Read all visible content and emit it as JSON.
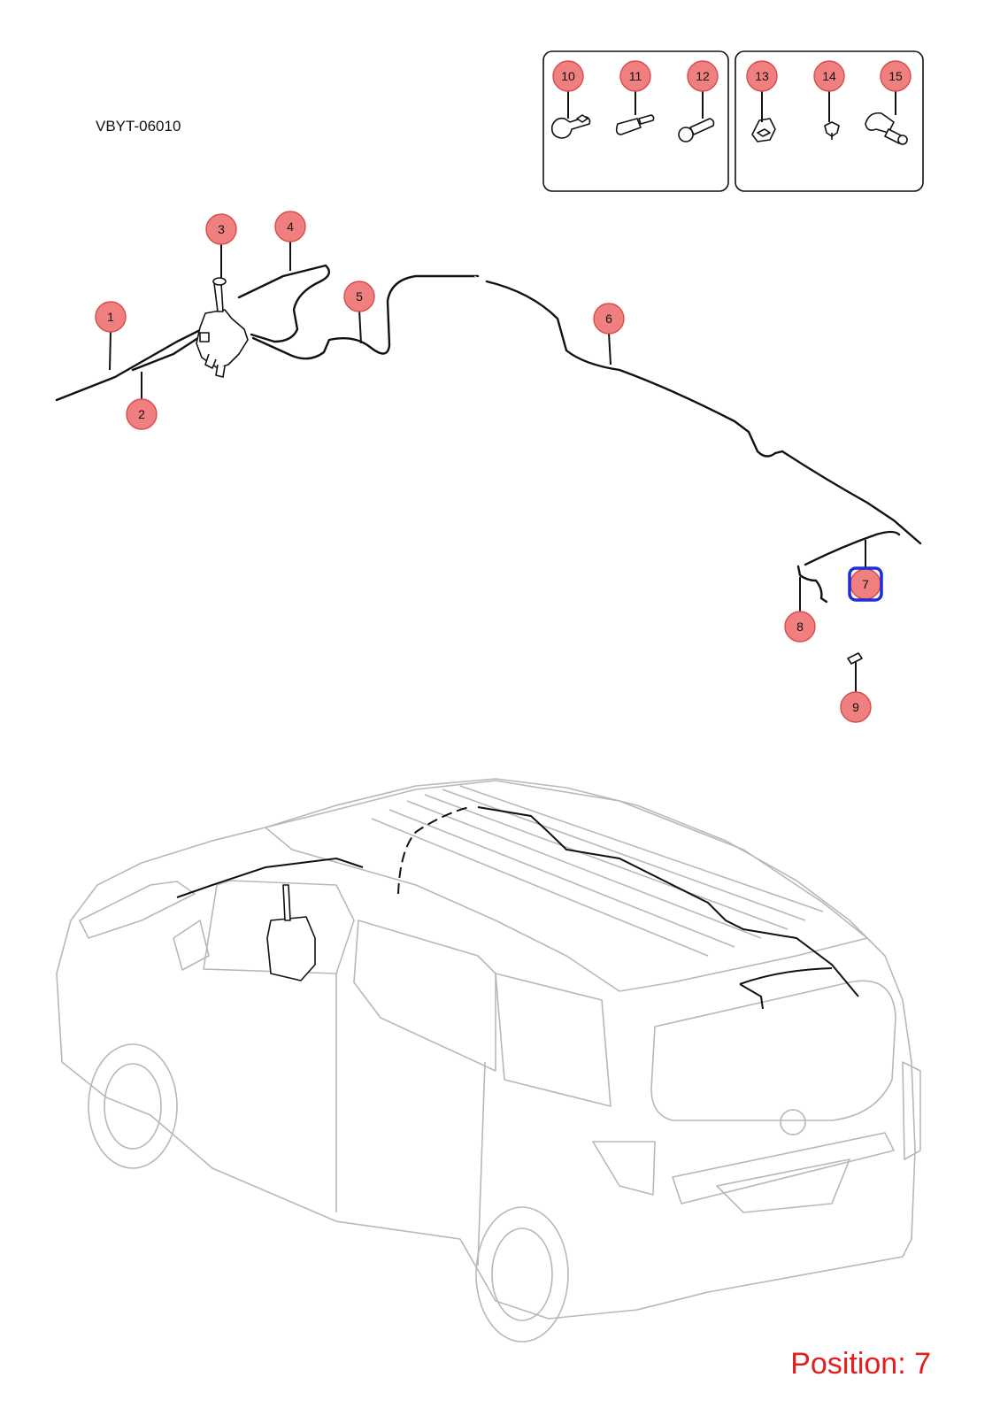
{
  "diagram_code": "VBYT-06010",
  "position_label": "Position: 7",
  "selected_position": "7",
  "colors": {
    "callout_fill": "#f08080",
    "callout_stroke": "#d84a4a",
    "selected_stroke": "#1f2fd6",
    "position_text": "#e0201e",
    "vehicle_outline": "#b8b8b8"
  },
  "callouts": [
    {
      "number": "1"
    },
    {
      "number": "2"
    },
    {
      "number": "3"
    },
    {
      "number": "4"
    },
    {
      "number": "5"
    },
    {
      "number": "6"
    },
    {
      "number": "7"
    },
    {
      "number": "8"
    },
    {
      "number": "9"
    },
    {
      "number": "10"
    },
    {
      "number": "11"
    },
    {
      "number": "12"
    },
    {
      "number": "13"
    },
    {
      "number": "14"
    },
    {
      "number": "15"
    }
  ]
}
